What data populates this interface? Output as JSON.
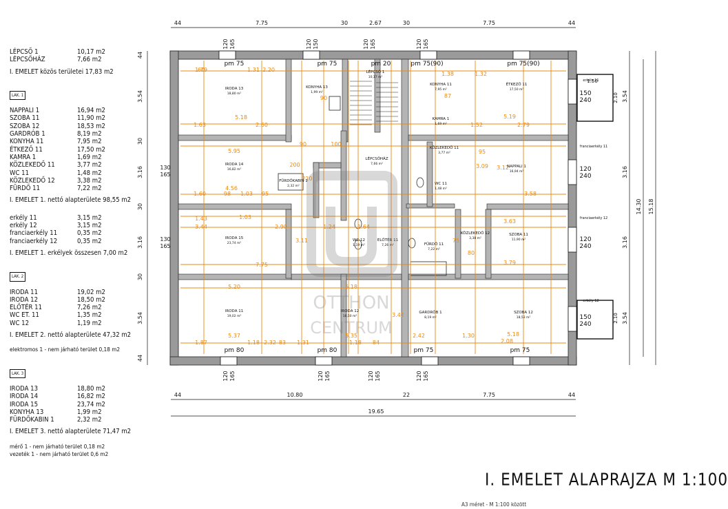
{
  "legend": {
    "common": [
      {
        "label": "LÉPCSŐ 1",
        "value": "10,17 m2"
      },
      {
        "label": "LÉPCSŐHÁZ",
        "value": "7,66 m2"
      }
    ],
    "common_total": "I. EMELET közös területei 17,83 m2",
    "unit1_tag": "LAK. 1",
    "unit1_rooms": [
      {
        "label": "NAPPALI 1",
        "value": "16,94 m2"
      },
      {
        "label": "SZOBA 11",
        "value": "11,90 m2"
      },
      {
        "label": "SZOBA 12",
        "value": "18,53 m2"
      },
      {
        "label": "GARDRÓB 1",
        "value": "8,19 m2"
      },
      {
        "label": "KONYHA 11",
        "value": "7,95 m2"
      },
      {
        "label": "ÉTKEZŐ 11",
        "value": "17,50 m2"
      },
      {
        "label": "KAMRA 1",
        "value": "1,69 m2"
      },
      {
        "label": "KÖZLEKEDŐ 11",
        "value": "3,77 m2"
      },
      {
        "label": "WC 11",
        "value": "1,48 m2"
      },
      {
        "label": "KÖZLEKEDŐ 12",
        "value": "3,38 m2"
      },
      {
        "label": "FÜRDŐ 11",
        "value": "7,22 m2"
      }
    ],
    "unit1_total": "I. EMELET 1. nettó alapterülete 98,55 m2",
    "unit1_balconies": [
      {
        "label": "erkély 11",
        "value": "3,15 m2"
      },
      {
        "label": "erkély 12",
        "value": "3,15 m2"
      },
      {
        "label": "franciaerkély 11",
        "value": "0,35 m2"
      },
      {
        "label": "franciaerkély 12",
        "value": "0,35 m2"
      }
    ],
    "unit1_balcony_total": "I. EMELET 1. erkélyek összesen 7,00 m2",
    "unit2_tag": "LAK. 2",
    "unit2_rooms": [
      {
        "label": "IRODA 11",
        "value": "19,02 m2"
      },
      {
        "label": "IRODA 12",
        "value": "18,50 m2"
      },
      {
        "label": "ELŐTÉR 11",
        "value": "7,26 m2"
      },
      {
        "label": "WC ET. 11",
        "value": "1,35 m2"
      },
      {
        "label": "WC 12",
        "value": "1,19 m2"
      }
    ],
    "unit2_total": "I. EMELET 2. nettó alapterülete 47,32 m2",
    "unit2_note": "elektromos 1 - nem járható terület 0,18 m2",
    "unit3_tag": "LAK. 3",
    "unit3_rooms": [
      {
        "label": "IRODA 13",
        "value": "18,80 m2"
      },
      {
        "label": "IRODA 14",
        "value": "16,82 m2"
      },
      {
        "label": "IRODA 15",
        "value": "23,74 m2"
      },
      {
        "label": "KONYHA 13",
        "value": "1,99 m2"
      },
      {
        "label": "FÜRDŐKABIN 1",
        "value": "2,32 m2"
      }
    ],
    "unit3_total": "I. EMELET 3. nettó alapterülete 71,47 m2",
    "unit3_notes": [
      "mérő 1 - nem járható terület 0,18 m2",
      "vezeték 1 - nem járható terület 0,6 m2"
    ]
  },
  "plan": {
    "top_dims": [
      "44",
      "7.75",
      "30",
      "2.67",
      "30",
      "7.75",
      "44"
    ],
    "bottom_dims": [
      "44",
      "10.80",
      "22",
      "7.75",
      "44"
    ],
    "bottom_total": "19.65",
    "left_dims": [
      "44",
      "3.54",
      "30",
      "3.16",
      "30",
      "3.16",
      "30",
      "3.54",
      "44"
    ],
    "right_dims": [
      "3.54",
      "3.16",
      "3.16",
      "3.54"
    ],
    "right_total_a": "14.30",
    "right_total_b": "15.18",
    "left_windows": [
      {
        "w": "130",
        "h": "165"
      },
      {
        "w": "130",
        "h": "165"
      }
    ],
    "top_windows": [
      {
        "w": "120",
        "h": "165"
      },
      {
        "w": "120",
        "h": "150"
      },
      {
        "w": "120",
        "h": "165"
      },
      {
        "w": "120",
        "h": "165"
      }
    ],
    "bottom_windows": [
      {
        "w": "120",
        "h": "165"
      },
      {
        "w": "120",
        "h": "165"
      },
      {
        "w": "120",
        "h": "165"
      },
      {
        "w": "120",
        "h": "165"
      }
    ],
    "parapets_top": [
      "pm 75",
      "pm 75",
      "pm 20",
      "pm 75(90)",
      "pm 75(90)"
    ],
    "parapets_bottom": [
      "pm 80",
      "pm 80",
      "pm 75",
      "pm 75"
    ],
    "right_windows": [
      {
        "w": "150",
        "h": "240"
      },
      {
        "w": "120",
        "h": "240"
      },
      {
        "w": "120",
        "h": "240"
      },
      {
        "w": "150",
        "h": "240"
      }
    ],
    "balcony_labels": [
      "erkély 11",
      "franciaerkély 11",
      "franciaerkély 12",
      "erkély 12"
    ],
    "rooms": [
      {
        "name": "IRODA 13",
        "area": "18,80 m²"
      },
      {
        "name": "KONYHA 13",
        "area": "1,99 m²"
      },
      {
        "name": "LÉPCSŐ 1",
        "area": "10,17 m²"
      },
      {
        "name": "KONYHA 11",
        "area": "7,95 m²"
      },
      {
        "name": "ÉTKEZŐ 11",
        "area": "17,50 m²"
      },
      {
        "name": "IRODA 14",
        "area": "16,82 m²"
      },
      {
        "name": "FÜRDŐKABIN 1",
        "area": "2,32 m²"
      },
      {
        "name": "LÉPCSŐHÁZ",
        "area": "7,66 m²"
      },
      {
        "name": "KÖZLEKEDŐ 11",
        "area": "3,77 m²"
      },
      {
        "name": "NAPPALI 1",
        "area": "16,94 m²"
      },
      {
        "name": "IRODA 15",
        "area": "23,74 m²"
      },
      {
        "name": "WC 12",
        "area": "1,19 m²"
      },
      {
        "name": "ELŐTÉR 11",
        "area": "7,26 m²"
      },
      {
        "name": "FÜRDŐ 11",
        "area": "7,22 m²"
      },
      {
        "name": "KÖZLEKEDŐ 12",
        "area": "3,38 m²"
      },
      {
        "name": "SZOBA 11",
        "area": "11,90 m²"
      },
      {
        "name": "IRODA 11",
        "area": "19,02 m²"
      },
      {
        "name": "IRODA 12",
        "area": "18,50 m²"
      },
      {
        "name": "GARDRÓB 1",
        "area": "8,19 m²"
      },
      {
        "name": "SZOBA 12",
        "area": "18,53 m²"
      },
      {
        "name": "KAMRA 1",
        "area": "1,69 m²"
      },
      {
        "name": "WC 11",
        "area": "1,48 m²"
      }
    ],
    "inner_dims": [
      "1.79",
      "1.31",
      "2.20",
      "5.18",
      "2.60",
      "1.63",
      "5.95",
      "4.56",
      "1.60",
      "98",
      "1.03",
      "95",
      "1.43",
      "3.44",
      "1.03",
      "2.90",
      "1.24",
      "1.64",
      "7.75",
      "5.20",
      "5.18",
      "1.87",
      "1.18",
      "2.32",
      "83",
      "1.31",
      "1.18",
      "84",
      "5.37",
      "5.35",
      "3.42",
      "3.11",
      "3.09",
      "3.12",
      "1.32",
      "5.19",
      "2.79",
      "1.52",
      "95",
      "3.58",
      "3.63",
      "3.79",
      "2.42",
      "1.30",
      "2.08",
      "5.18",
      "1.38",
      "87",
      "90",
      "100",
      "200",
      "210",
      "80",
      "75",
      "90",
      "60"
    ],
    "watermark_top": "OTTHON",
    "watermark_bottom": "CENTRUM",
    "balcony_dims": [
      "1.50",
      "2.10",
      "2.10"
    ]
  },
  "title": "I. EMELET  ALAPRAJZA  M 1:100",
  "footer": "A3 méret - M 1:100 között"
}
